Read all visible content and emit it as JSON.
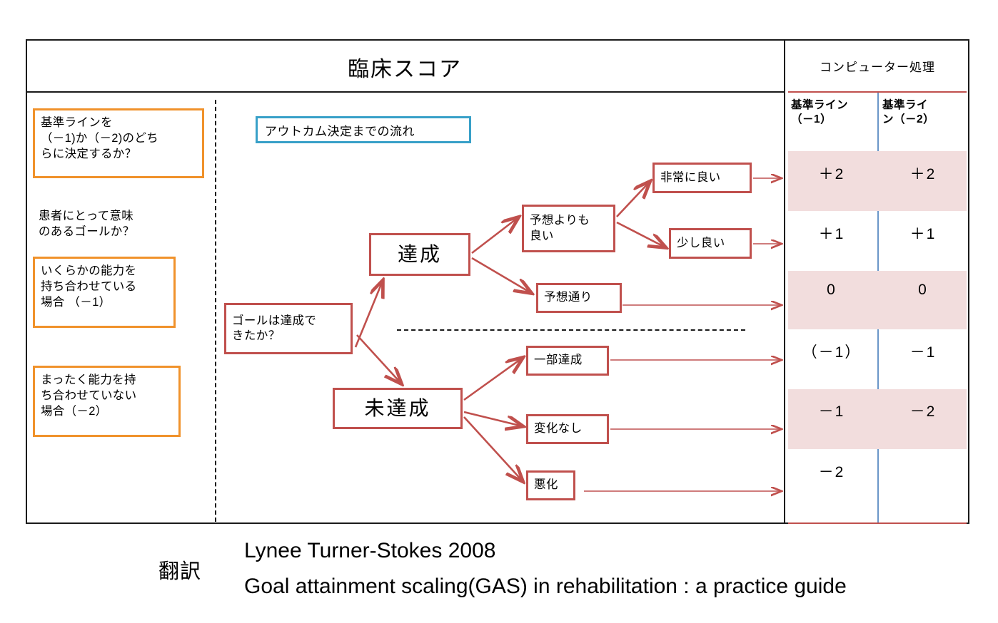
{
  "titles": {
    "clinical": "臨床スコア",
    "computer": "コンピューター処理"
  },
  "sidebar": {
    "items": [
      {
        "name": "baseline-question",
        "boxed": true,
        "text": "基準ラインを\n（－1)か（－2)のどち\nらに決定するか？"
      },
      {
        "name": "meaningful-goal",
        "boxed": false,
        "text": "患者にとって意味\nのあるゴールか？"
      },
      {
        "name": "some-ability-case",
        "boxed": true,
        "text": "いくらかの能力を\n持ち合わせている\n場合 （－1）"
      },
      {
        "name": "no-ability-case",
        "boxed": true,
        "text": "まったく能力を持\nち合わせていない\n場合（－2）"
      }
    ]
  },
  "flow": {
    "legend": "アウトカム決定までの流れ",
    "root": "ゴールは達成で\nきたか？",
    "achieved": "達成",
    "not_achieved": "未達成",
    "better_than_expected": "予想よりも\n良い",
    "very_good": "非常に良い",
    "slightly_good": "少し良い",
    "as_expected": "予想通り",
    "partially_achieved": "一部達成",
    "no_change": "変化なし",
    "worsened": "悪化"
  },
  "table": {
    "headers": [
      "基準ライン\n（－1）",
      "基準ライ\nン（－2）"
    ],
    "rows": [
      {
        "baseline1": "＋2",
        "baseline2": "＋2",
        "shaded": true
      },
      {
        "baseline1": "＋1",
        "baseline2": "＋1",
        "shaded": false
      },
      {
        "baseline1": "0",
        "baseline2": "0",
        "shaded": true
      },
      {
        "baseline1": "（－1）",
        "baseline2": "－1",
        "shaded": false
      },
      {
        "baseline1": "－1",
        "baseline2": "－2",
        "shaded": true
      },
      {
        "baseline1": "－2",
        "baseline2": "",
        "shaded": false
      }
    ]
  },
  "caption": {
    "label": "翻訳",
    "line1": "Lynee Turner-Stokes 2008",
    "line2": "Goal attainment scaling(GAS) in rehabilitation : a practice guide"
  },
  "colors": {
    "frame": "#1a1a1a",
    "orange": "#F0922B",
    "red": "#C0504D",
    "blue": "#38A0C8",
    "table_blue_line": "#6A96C8",
    "band_pink": "#F2DDDD"
  }
}
